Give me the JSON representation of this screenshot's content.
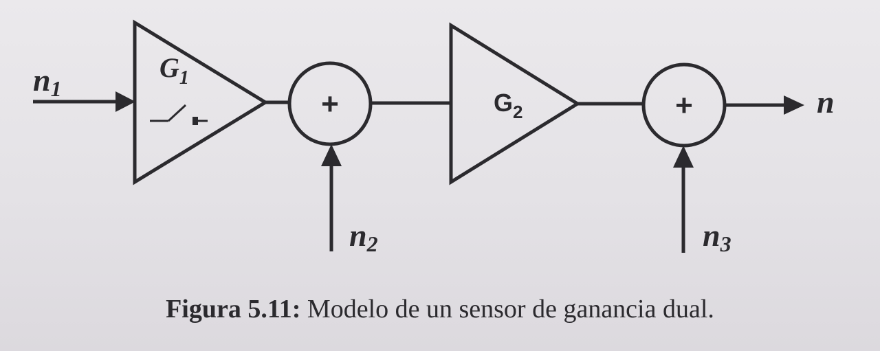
{
  "diagram": {
    "inputs": {
      "n1": "n",
      "n1_sub": "1",
      "n2": "n",
      "n2_sub": "2",
      "n3": "n",
      "n3_sub": "3",
      "output": "n"
    },
    "blocks": {
      "g1": "G",
      "g1_sub": "1",
      "g2": "G",
      "g2_sub": "2",
      "sum_symbol_1": "+",
      "sum_symbol_2": "+"
    }
  },
  "caption": {
    "label": "Figura 5.11:",
    "text": "Modelo de un sensor de ganancia dual."
  }
}
